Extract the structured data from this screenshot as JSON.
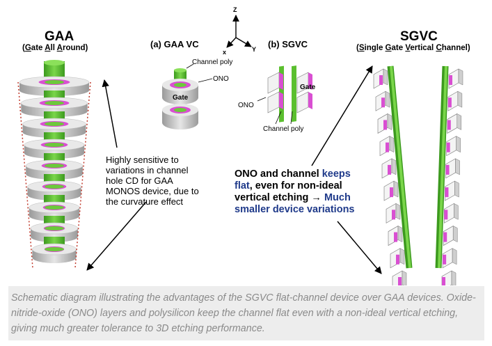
{
  "gaa": {
    "title": "GAA",
    "subtitle": "(Gate All Around)"
  },
  "panel_a": {
    "title": "(a) GAA VC",
    "channel_poly": "Channel poly",
    "ono": "ONO",
    "gate": "Gate"
  },
  "axes": {
    "z": "Z",
    "x": "x",
    "y": "Y"
  },
  "panel_b": {
    "title": "(b) SGVC",
    "gate": "Gate",
    "ono": "ONO",
    "channel_poly": "Channel poly"
  },
  "sgvc": {
    "title": "SGVC",
    "subtitle": "(Single Gate Vertical Channel)"
  },
  "note_gaa": "Highly sensitive to\nvariations in channel\nhole CD for GAA\nMONOS device, due to\nthe curvature effect",
  "note_sgvc": {
    "line1_a": "ONO and channel ",
    "line1_b": "keeps",
    "line2_a": "flat",
    "line2_b": ", even for non-ideal",
    "line3": "vertical etching → ",
    "line3_b": "Much",
    "line4": "smaller device variations"
  },
  "caption": "Schematic diagram illustrating the advantages of the SGVC flat-channel device over GAA devices. Oxide-nitride-oxide (ONO) layers and polysilicon keep the channel flat even with a non-ideal vertical etching, giving much greater tolerance to 3D etching performance.",
  "colors": {
    "channel_green": "#5bbf2f",
    "ono_magenta": "#d94fd2",
    "gate_gray": "#d8d8d8",
    "guide_red": "#c0392b",
    "highlight_blue": "#1f3a8a",
    "caption_text": "#8a8a8a"
  }
}
